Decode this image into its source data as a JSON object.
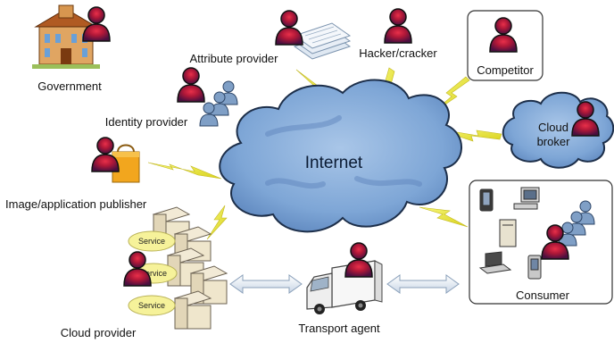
{
  "diagram": {
    "center_label": "Internet",
    "actors": {
      "government": "Government",
      "attribute_provider": "Attribute provider",
      "hacker": "Hacker/cracker",
      "competitor": "Competitor",
      "identity_provider": "Identity provider",
      "cloud_broker_line1": "Cloud",
      "cloud_broker_line2": "broker",
      "publisher": "Image/application publisher",
      "consumer": "Consumer",
      "cloud_provider": "Cloud provider",
      "transport_agent": "Transport agent"
    },
    "service_labels": [
      "Service",
      "Service",
      "Service"
    ]
  }
}
